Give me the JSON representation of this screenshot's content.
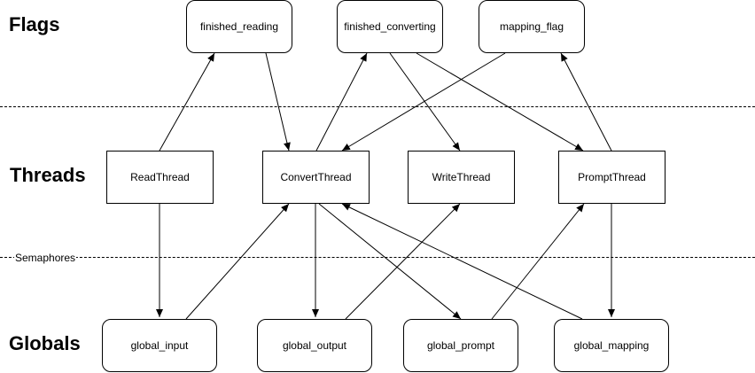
{
  "sections": {
    "flags": "Flags",
    "threads": "Threads",
    "semaphores": "Semaphores",
    "globals": "Globals"
  },
  "flags": {
    "finished_reading": "finished_reading",
    "finished_converting": "finished_converting",
    "mapping_flag": "mapping_flag"
  },
  "threads": {
    "read": "ReadThread",
    "convert": "ConvertThread",
    "write": "WriteThread",
    "prompt": "PromptThread"
  },
  "globals": {
    "input": "global_input",
    "output": "global_output",
    "prompt": "global_prompt",
    "mapping": "global_mapping"
  },
  "edges": [
    [
      "read",
      "finished_reading"
    ],
    [
      "finished_reading",
      "convert"
    ],
    [
      "convert",
      "finished_converting"
    ],
    [
      "finished_converting",
      "write"
    ],
    [
      "finished_converting",
      "prompt"
    ],
    [
      "mapping_flag",
      "convert"
    ],
    [
      "prompt",
      "mapping_flag"
    ],
    [
      "read",
      "global_input"
    ],
    [
      "global_input",
      "convert"
    ],
    [
      "convert",
      "global_output"
    ],
    [
      "convert",
      "global_prompt"
    ],
    [
      "global_output",
      "write"
    ],
    [
      "global_prompt",
      "prompt"
    ],
    [
      "global_mapping",
      "convert"
    ],
    [
      "prompt",
      "global_mapping"
    ]
  ]
}
